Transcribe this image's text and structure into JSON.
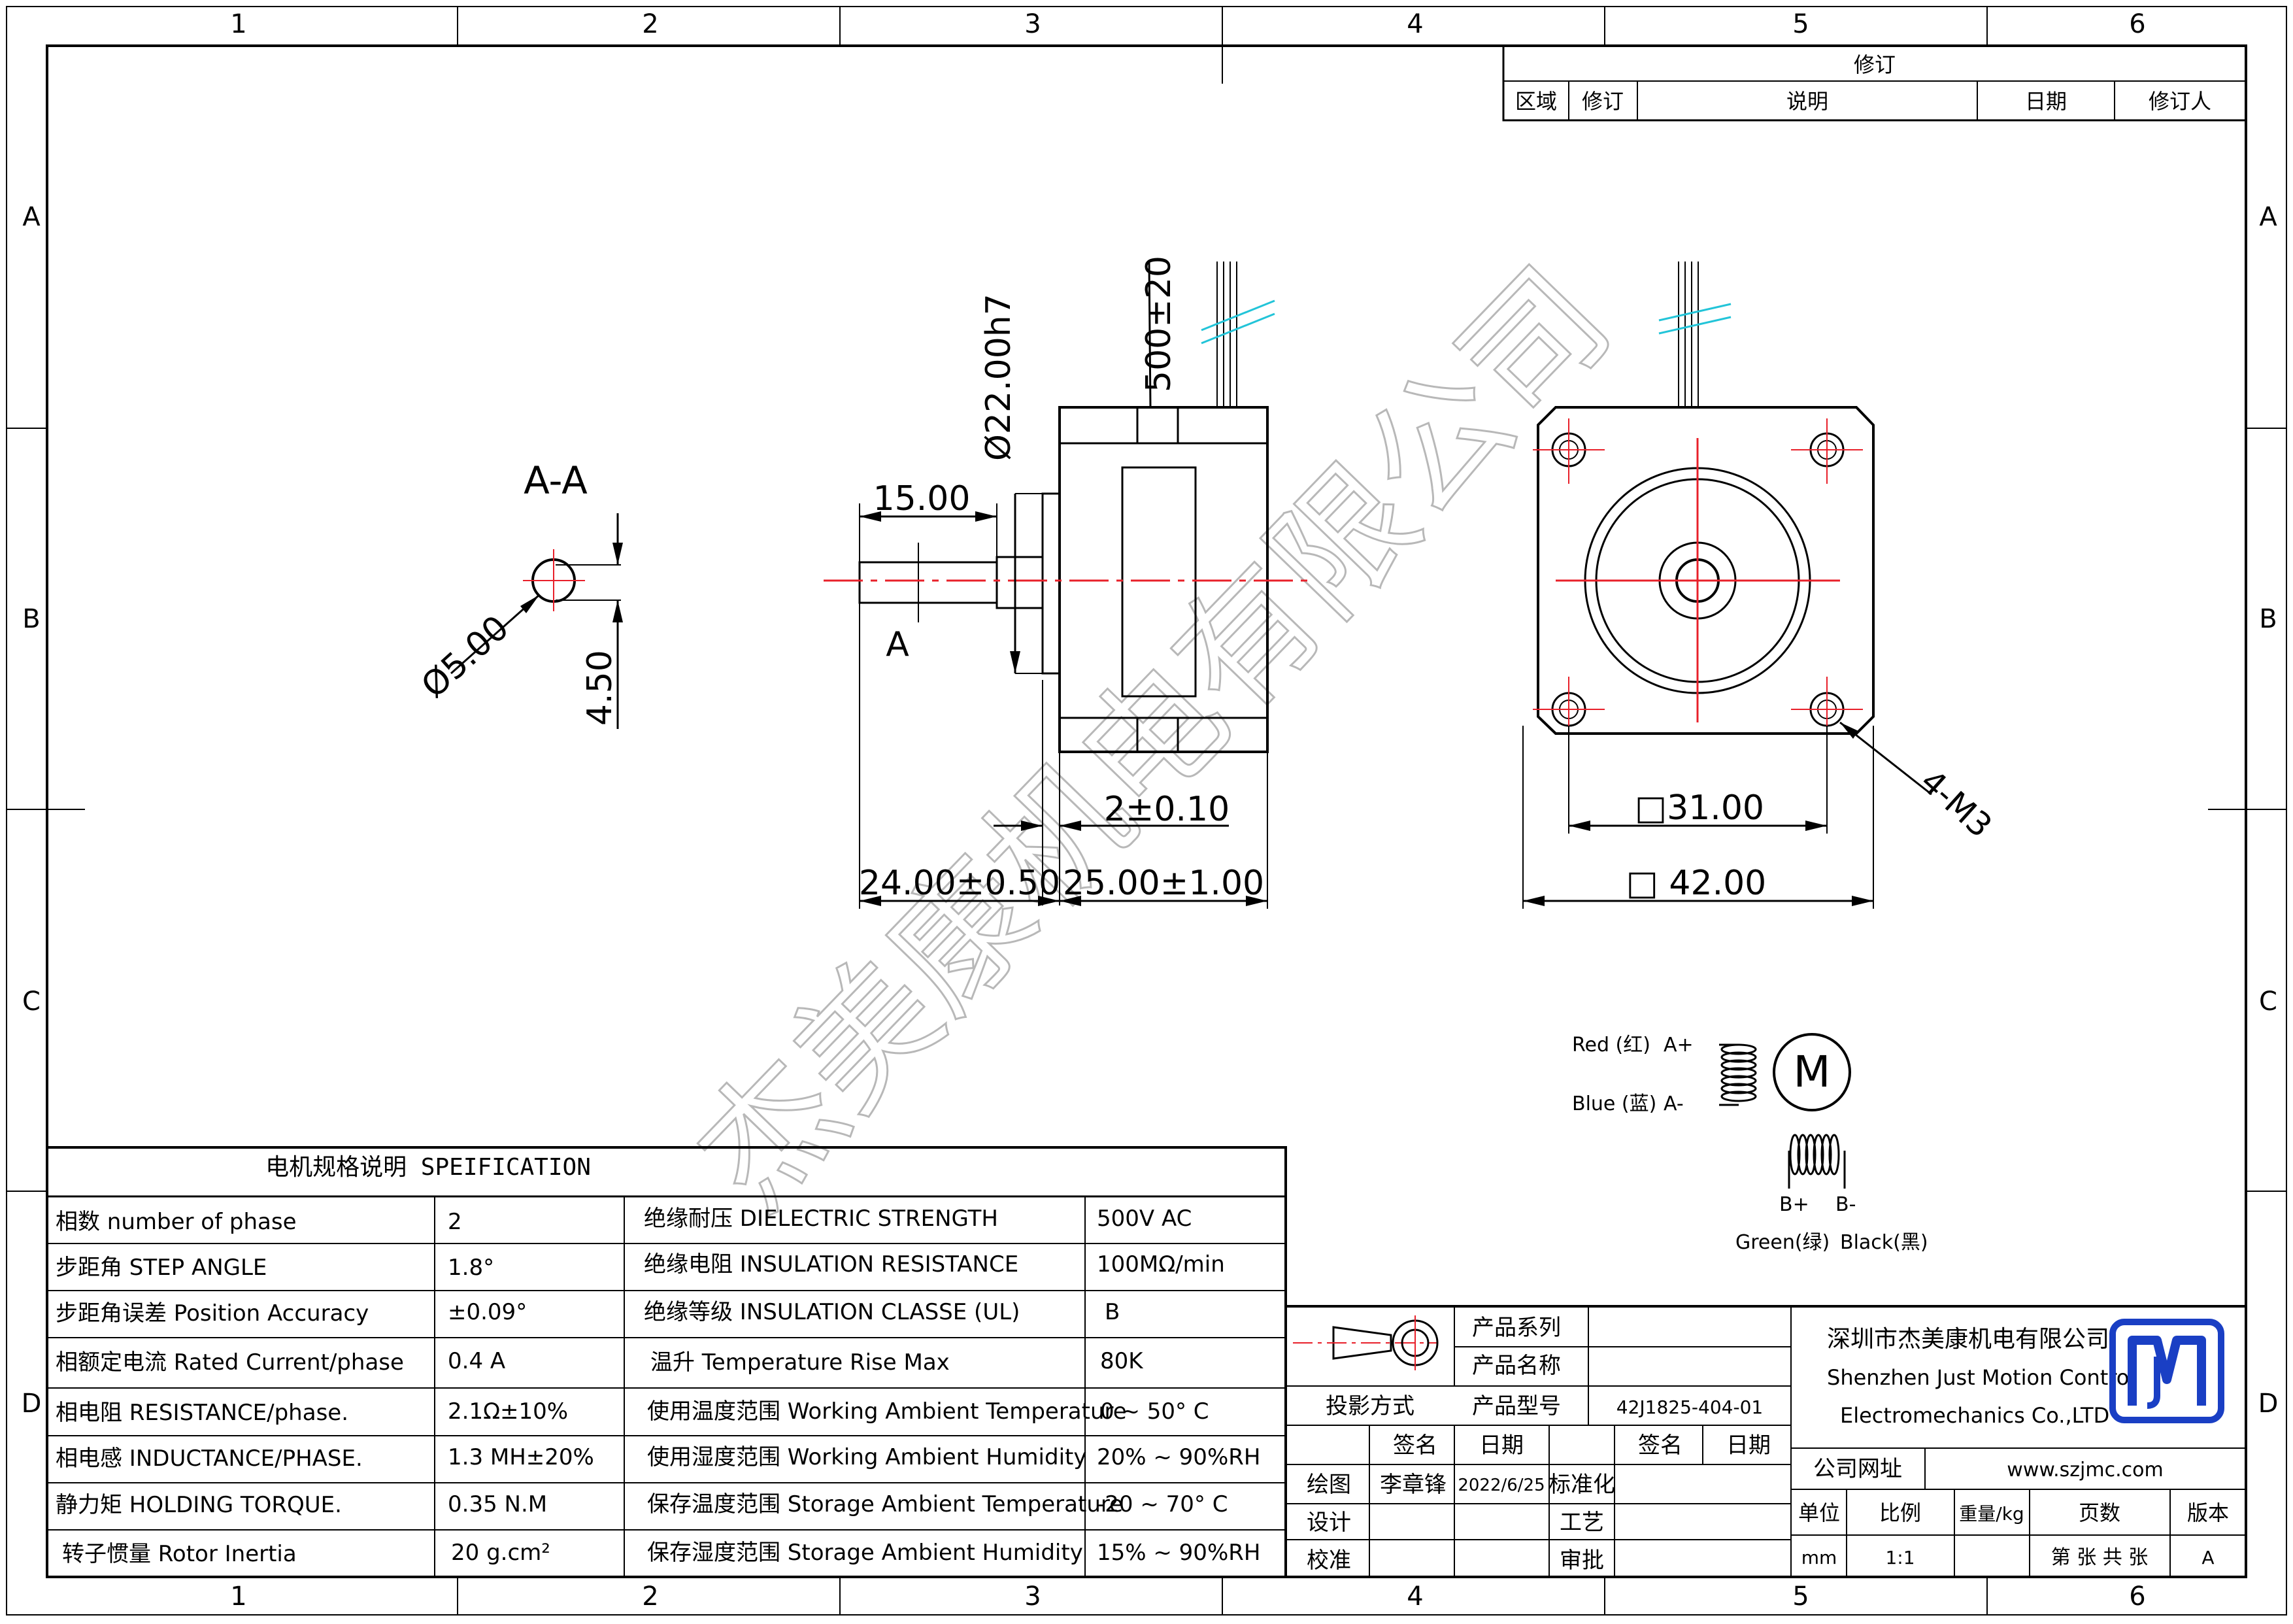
{
  "grid": {
    "cols": [
      "1",
      "2",
      "3",
      "4",
      "5",
      "6"
    ],
    "rows": [
      "A",
      "B",
      "C",
      "D"
    ]
  },
  "revision": {
    "title": "修订",
    "headers": [
      "区域",
      "修订",
      "说明",
      "日期",
      "修订人"
    ]
  },
  "watermark": "杰美康机电有限公司",
  "drawing": {
    "section_label": "A-A",
    "section_marker": "A",
    "dims": {
      "shaft_dia": "Ø5.00",
      "flat": "4.50",
      "shaft_len": "15.00",
      "pilot_dia": "Ø22.00h7",
      "lead_len": "500±20",
      "pilot_height": "2±0.10",
      "shaft_ext": "24.00±0.50",
      "body_len": "25.00±1.00",
      "hole_spacing": "□31.00",
      "frame": "□ 42.00",
      "thread": "4-M3"
    }
  },
  "wiring": {
    "motor": "M",
    "red": "Red (红)",
    "blue": "Blue (蓝)",
    "a_plus": "A+",
    "a_minus": "A-",
    "b_plus": "B+",
    "b_minus": "B-",
    "green": "Green(绿)",
    "black": "Black(黑)"
  },
  "spec": {
    "title": "电机规格说明 SPEIFICATION",
    "rows": [
      {
        "l": "相数 number of phase",
        "lv": "2",
        "r": "绝缘耐压 DIELECTRIC STRENGTH",
        "rv": "500V AC"
      },
      {
        "l": "步距角 STEP ANGLE",
        "lv": "1.8°",
        "r": "绝缘电阻 INSULATION RESISTANCE",
        "rv": "100MΩ/min"
      },
      {
        "l": "步距角误差 Position Accuracy",
        "lv": "±0.09°",
        "r": "绝缘等级 INSULATION CLASSE (UL)",
        "rv": "B"
      },
      {
        "l": "相额定电流 Rated Current/phase",
        "lv": "0.4 A",
        "r": "温升 Temperature Rise Max",
        "rv": "80K"
      },
      {
        "l": "相电阻 RESISTANCE/phase.",
        "lv": "2.1Ω±10%",
        "r": "使用温度范围 Working Ambient Temperature",
        "rv": "0 ~ 50° C"
      },
      {
        "l": "相电感 INDUCTANCE/PHASE.",
        "lv": "1.3 MH±20%",
        "r": "使用湿度范围 Working Ambient Humidity",
        "rv": "20% ~ 90%RH"
      },
      {
        "l": "静力矩 HOLDING TORQUE.",
        "lv": "0.35 N.M",
        "r": "保存温度范围 Storage Ambient Temperature",
        "rv": "-20 ~ 70° C"
      },
      {
        "l": "转子惯量 Rotor Inertia",
        "lv": "20 g.cm²",
        "r": "保存湿度范围 Storage Ambient Humidity",
        "rv": "15% ~ 90%RH"
      }
    ]
  },
  "titleblock": {
    "product_series": "产品系列",
    "product_name": "产品名称",
    "projection": "投影方式",
    "product_model": "产品型号",
    "model_value": "42J1825-404-01",
    "sign": "签名",
    "date": "日期",
    "sign2": "签名",
    "date2": "日期",
    "drawn": "绘图",
    "drawn_by": "李章锋",
    "drawn_date": "2022/6/25",
    "standard": "标准化",
    "design": "设计",
    "process": "工艺",
    "check": "校准",
    "approve": "审批",
    "company_cn": "深圳市杰美康机电有限公司",
    "company_en1": "Shenzhen Just Motion Control",
    "company_en2": "Electromechanics Co.,LTD",
    "website_label": "公司网址",
    "website": "www.szjmc.com",
    "unit": "单位",
    "scale": "比例",
    "weight": "重量/kg",
    "pages": "页数",
    "version": "版本",
    "unit_val": "mm",
    "scale_val": "1:1",
    "pages_val": "第 张 共 张",
    "version_val": "A"
  },
  "colors": {
    "line": "#000000",
    "center": "#e8202a",
    "cyan": "#22c4d8",
    "logo": "#1a3fc4",
    "watermark": "#b8b8b8"
  }
}
